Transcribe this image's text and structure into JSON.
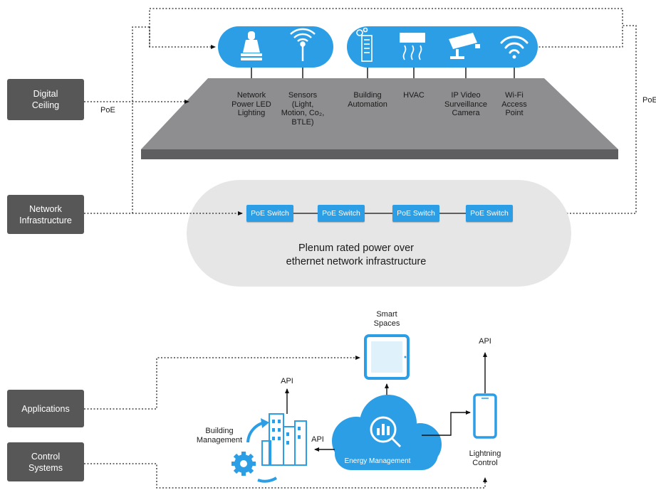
{
  "side_boxes": {
    "digital_ceiling": "Digital\nCeiling",
    "network_infrastructure": "Network\nInfrastructure",
    "applications": "Applications",
    "control_systems": "Control\nSystems"
  },
  "connections": {
    "poe_left": "PoE",
    "poe_right": "PoE"
  },
  "ceiling_devices": [
    {
      "label": "Network\nPower LED\nLighting",
      "icon": "led-light-icon"
    },
    {
      "label": "Sensors\n(Light,\nMotion, Co₂,\nBTLE)",
      "icon": "wireless-sensor-icon"
    },
    {
      "label": "Building\nAutomation",
      "icon": "building-automation-icon"
    },
    {
      "label": "HVAC",
      "icon": "hvac-icon"
    },
    {
      "label": "IP Video\nSurveillance\nCamera",
      "icon": "camera-icon"
    },
    {
      "label": "Wi-Fi\nAccess\nPoint",
      "icon": "wifi-icon"
    }
  ],
  "switches": [
    "PoE Switch",
    "PoE Switch",
    "PoE Switch",
    "PoE Switch"
  ],
  "infrastructure_caption": "Plenum rated power over\nethernet network infrastructure",
  "apps": {
    "smart_spaces": "Smart\nSpaces",
    "api_top_right": "API",
    "api_building": "API",
    "api_left": "API",
    "building_management": "Building\nManagement",
    "energy_management": "Energy Management",
    "lightning_control": "Lightning\nControl"
  },
  "colors": {
    "accent_blue": "#2b9ee6",
    "dark_box": "#575757",
    "platform_gray": "#8e8e90",
    "platform_edge": "#5e5e60",
    "infra_bg": "#e6e6e6"
  }
}
